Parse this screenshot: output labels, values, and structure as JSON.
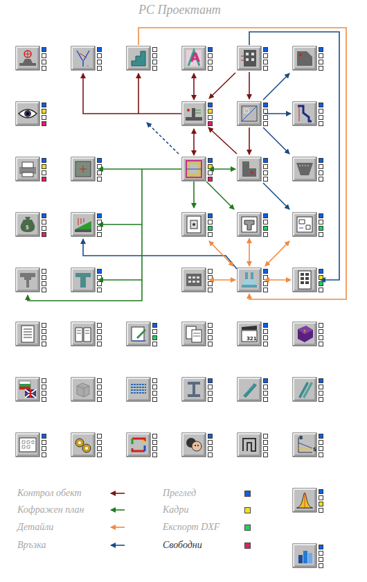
{
  "diagram": {
    "title": "PC Проектант",
    "labels": [
      "A",
      "321",
      "B",
      "S"
    ],
    "legend": [
      {
        "text": "Контрол обект"
      },
      {
        "text": "Кофражен план"
      },
      {
        "text": "Детайли"
      },
      {
        "text": "Връзка"
      },
      {
        "text": "Преглед",
        "color": "#1060e0"
      },
      {
        "text": "Кадри",
        "color": "#f0e020"
      },
      {
        "text": "Експорт DXF",
        "color": "#20d060"
      },
      {
        "text": "Свободни",
        "color": "#e0206a"
      }
    ]
  }
}
